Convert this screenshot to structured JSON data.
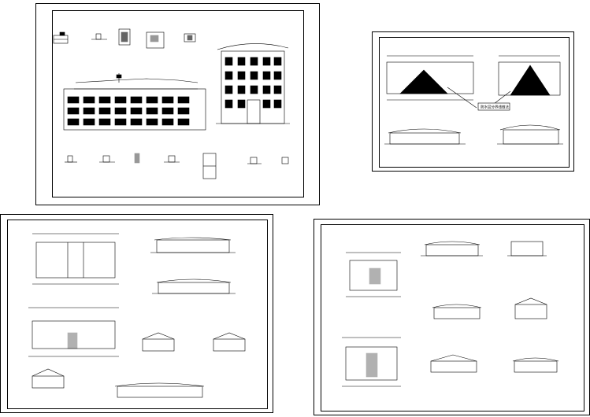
{
  "sheets": [
    {
      "id": "sheet-top-left"
    },
    {
      "id": "sheet-top-right",
      "callout": "防水层分界线做法"
    },
    {
      "id": "sheet-bottom-left"
    },
    {
      "id": "sheet-bottom-right"
    }
  ]
}
